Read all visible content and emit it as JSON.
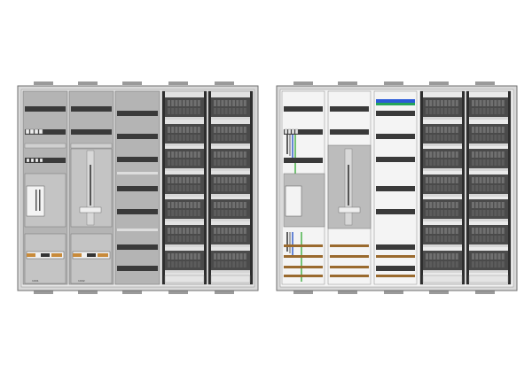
{
  "colors": {
    "background": "#ffffff",
    "frame": "#cfcfcf",
    "frame_edge": "#6e6e6e",
    "panel_gray": "#b4b4b4",
    "panel_light": "#f4f4f4",
    "rail_dark": "#3a3a3a",
    "busbar_brown": "#9a6a2e",
    "busbar_orange": "#c88a3a",
    "wire_blue": "#2a56c8",
    "wire_green": "#3fae3f",
    "wire_black": "#222222",
    "wire_gray": "#8a8a8a",
    "terminal_blue": "#2a5ad8",
    "terminal_green": "#25a55a"
  },
  "cabinets": [
    {
      "id": "left",
      "view": "front-with-covers",
      "columns": 5,
      "labels": {
        "cover_text_1": "1001",
        "cover_text_2": "1002"
      }
    },
    {
      "id": "right",
      "view": "open-wired",
      "columns": 5
    }
  ]
}
